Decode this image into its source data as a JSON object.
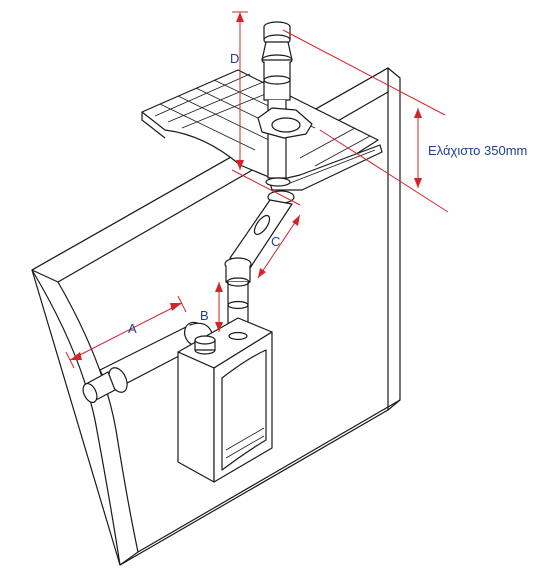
{
  "labels": {
    "a": "A",
    "b": "B",
    "c": "C",
    "d": "D",
    "minimum": "Ελάχιστο 350mm"
  },
  "colors": {
    "dimension_line": "#d6232a",
    "label_text": "#1f3f8f",
    "drawing_ink": "#1a1a1a"
  }
}
